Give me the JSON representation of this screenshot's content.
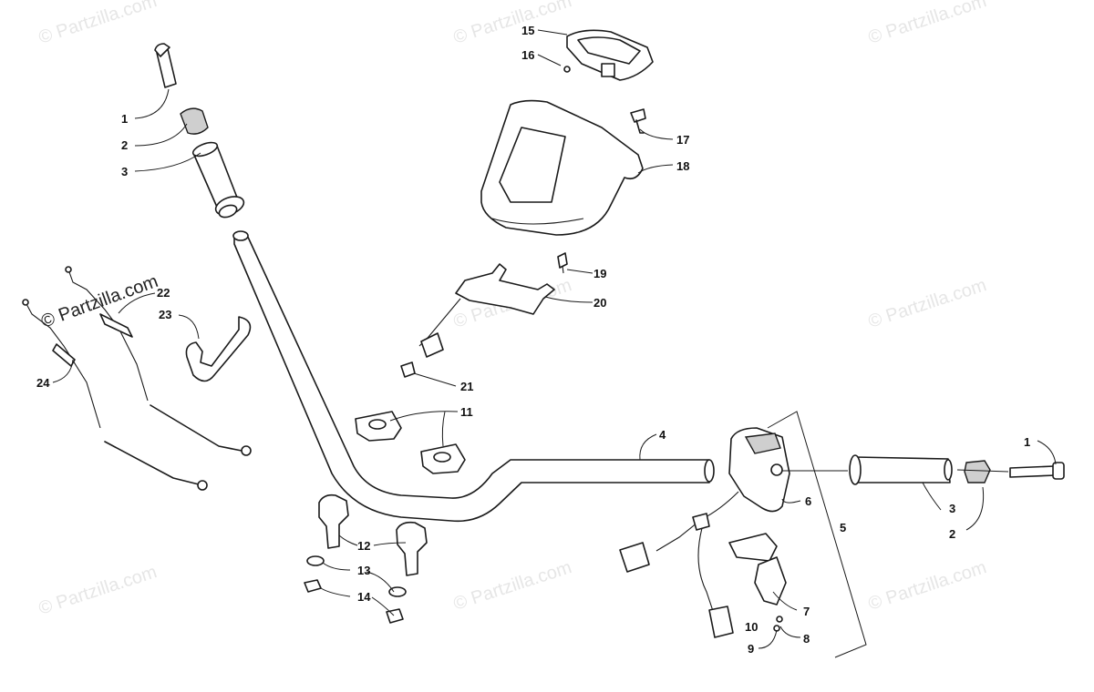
{
  "watermarks": [
    "© Partzilla.com",
    "© Partzilla.com",
    "© Partzilla.com",
    "© Partzilla.com",
    "© Partzilla.com",
    "© Partzilla.com",
    "© Partzilla.com",
    "© Partzilla.com",
    "© Partzilla.com"
  ],
  "strong_watermark": "© Partzilla.com",
  "callouts": {
    "c1_left": "1",
    "c2_left": "2",
    "c3_left": "3",
    "c1_right": "1",
    "c2_right": "2",
    "c3_right": "3",
    "c4": "4",
    "c5": "5",
    "c6": "6",
    "c7": "7",
    "c8": "8",
    "c9": "9",
    "c10": "10",
    "c11": "11",
    "c12": "12",
    "c13": "13",
    "c14": "14",
    "c15": "15",
    "c16": "16",
    "c17": "17",
    "c18": "18",
    "c19": "19",
    "c20": "20",
    "c21": "21",
    "c22": "22",
    "c23": "23",
    "c24": "24"
  }
}
